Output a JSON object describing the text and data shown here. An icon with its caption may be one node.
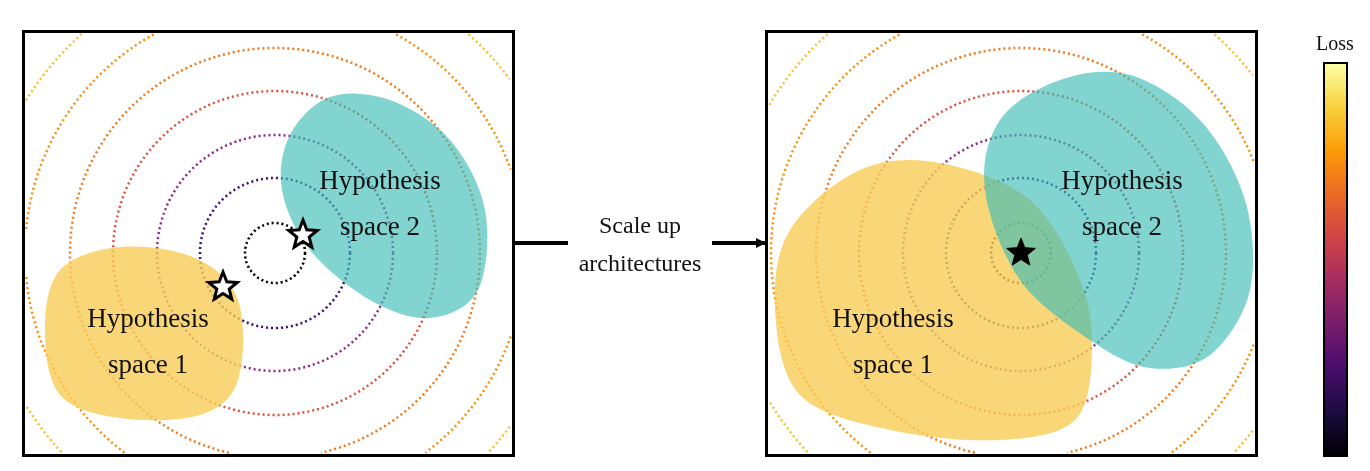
{
  "diagram": {
    "nodes": [
      {
        "text": [],
        "shape": "box"
      },
      {
        "text": [
          "Hypothesis space 1"
        ],
        "in": 0
      },
      {
        "text": [
          "Hypothesis space 2"
        ],
        "in": 0
      },
      {
        "text": [],
        "shape": "box"
      },
      {
        "text": [
          "Hypothesis space 1"
        ],
        "in": 3
      },
      {
        "text": [
          "Hypothesis space 2"
        ],
        "in": 3
      }
    ],
    "edges": [
      {
        "from": 0,
        "to": 3,
        "arrow": "to",
        "label": "Scale up architectures"
      }
    ],
    "labels": [
      "Loss"
    ]
  }
}
